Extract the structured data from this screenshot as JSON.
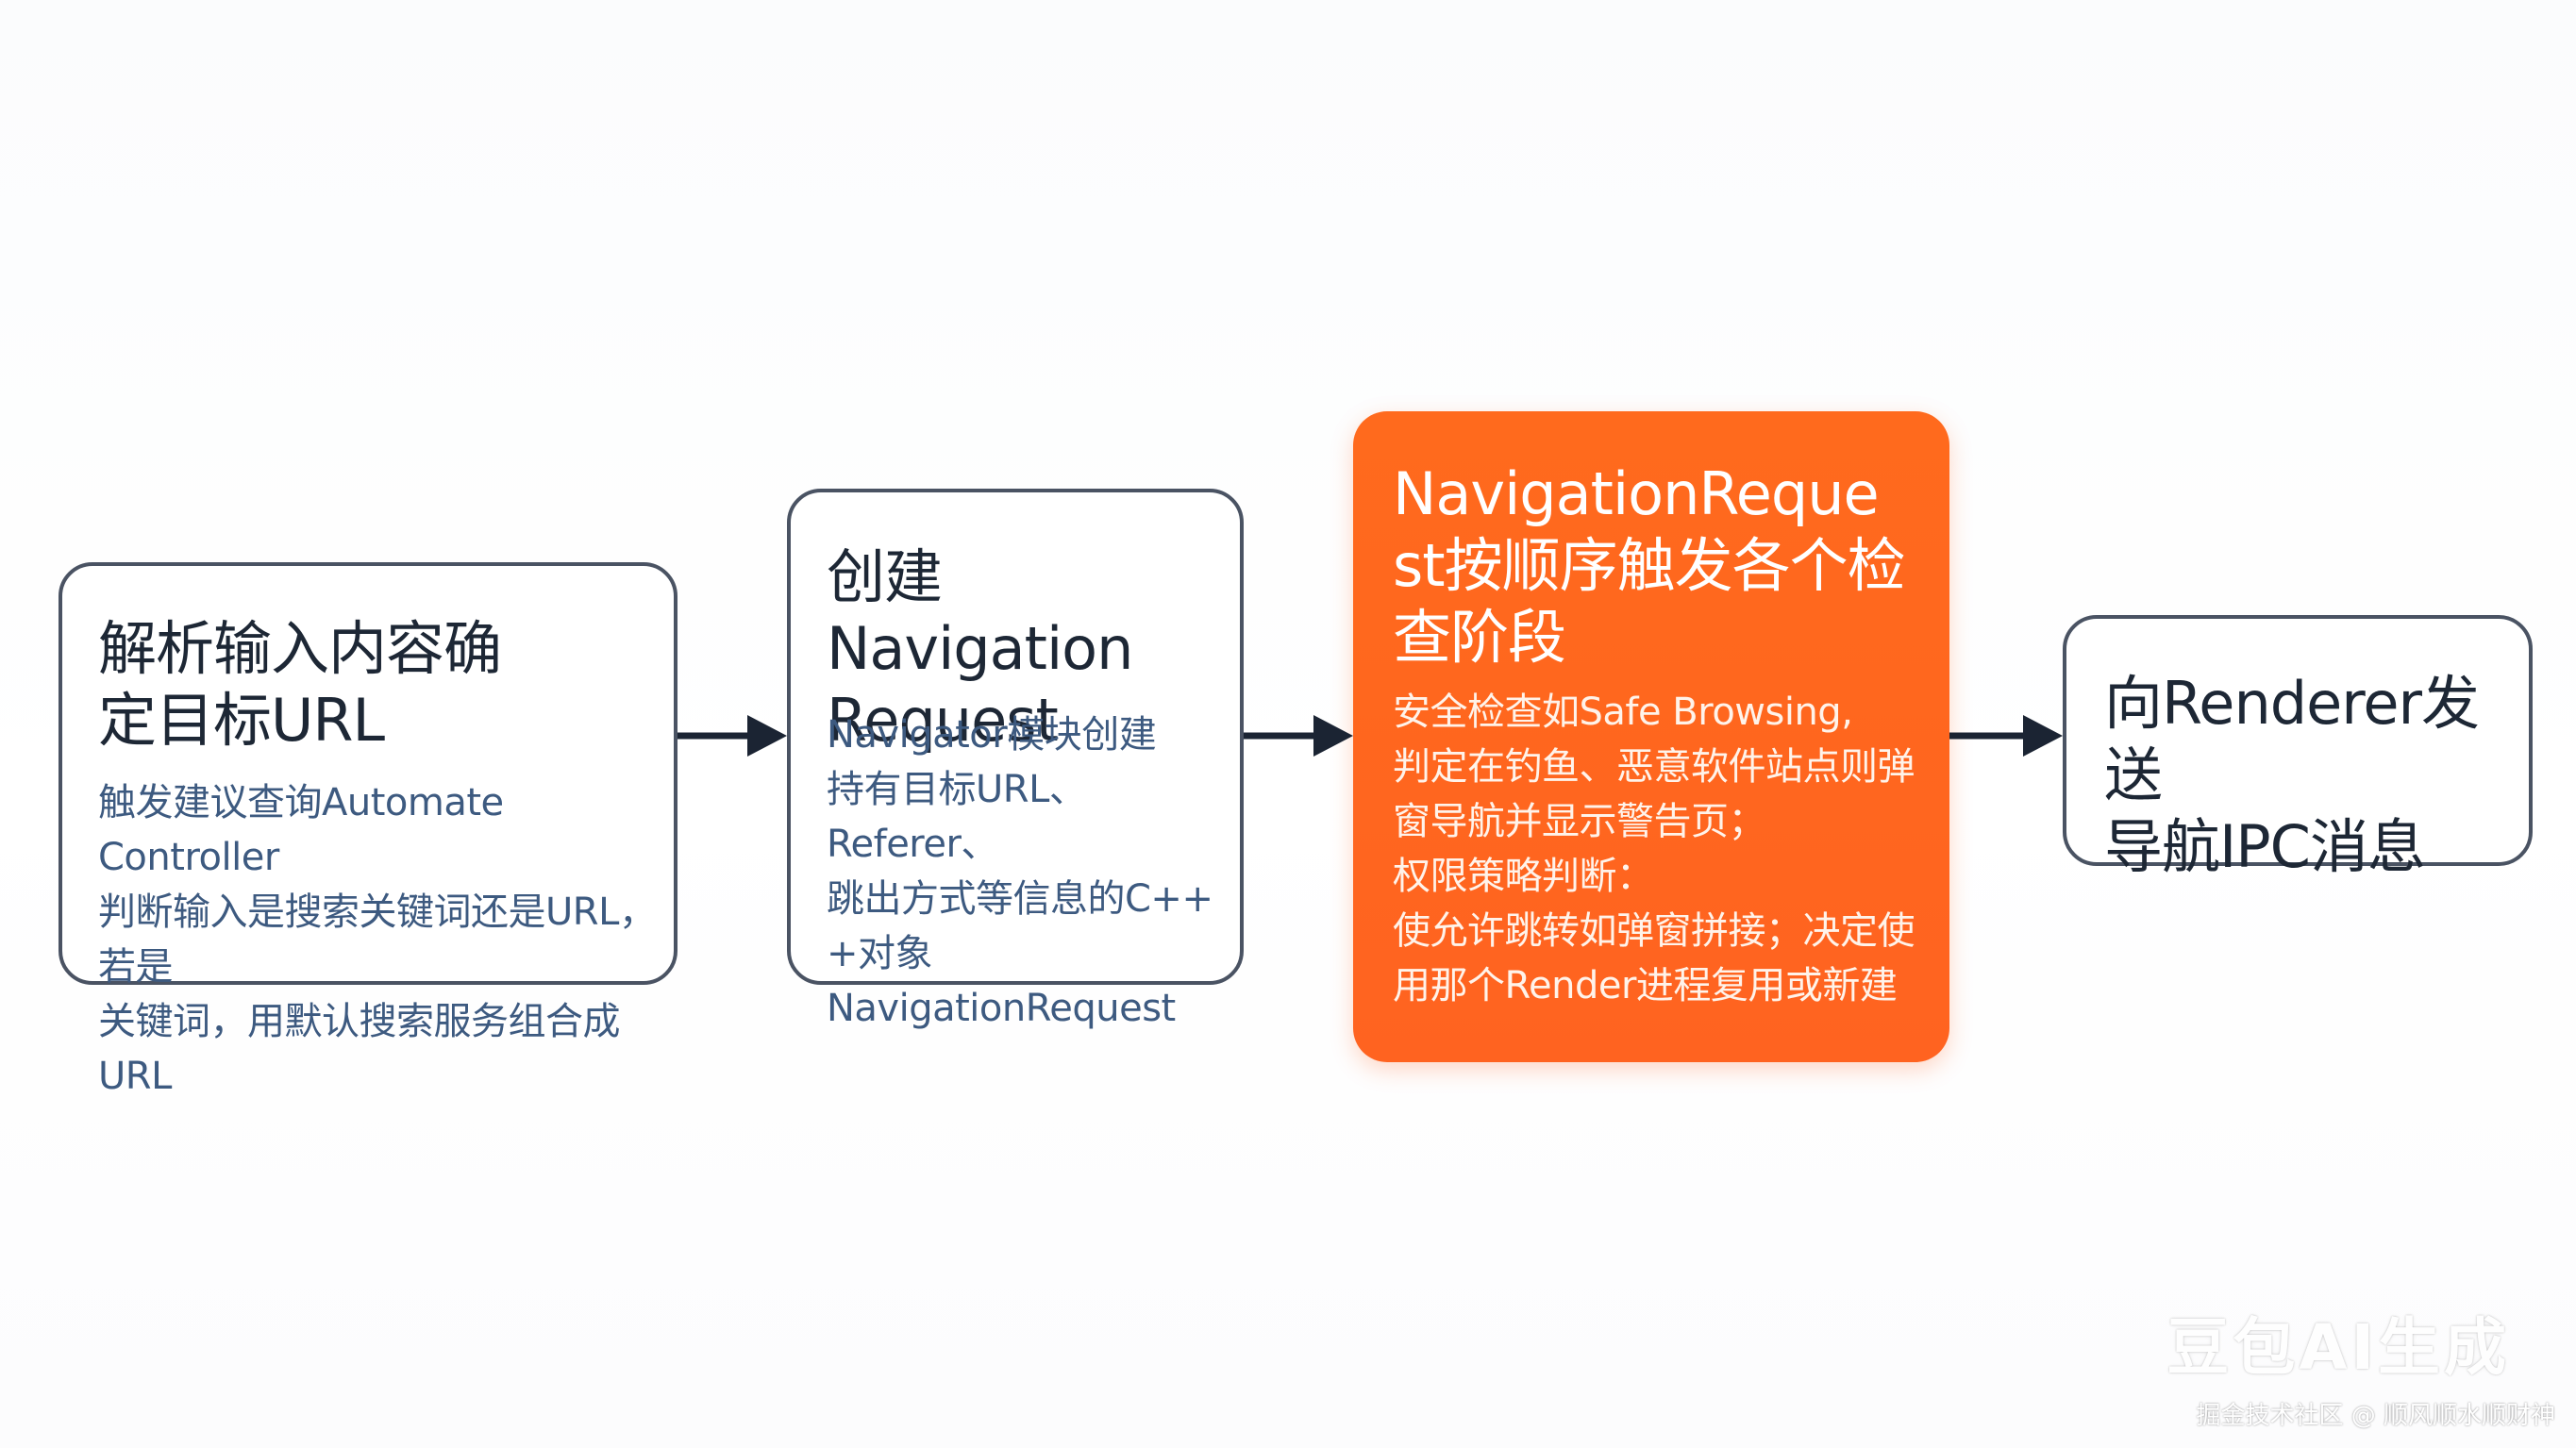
{
  "diagram": {
    "steps": [
      {
        "title": "解析输入内容确\n定目标URL",
        "description": "触发建议查询Automate Controller\n判断输入是搜索关键词还是URL，若是\n关键词，用默认搜索服务组合成URL"
      },
      {
        "title": "创建Navigation\nRequest",
        "description": "Navigator模块创建\n持有目标URL、Referer、\n跳出方式等信息的C++\n+对象NavigationRequest"
      },
      {
        "title": "NavigationReque\nst按顺序触发各个检\n查阶段",
        "description": "安全检查如Safe Browsing,\n判定在钓鱼、恶意软件站点则弹\n窗导航并显示警告页；\n权限策略判断：\n使允许跳转如弹窗拼接；决定使\n用那个Render进程复用或新建"
      },
      {
        "title": "向Renderer发送\n导航IPC消息",
        "description": ""
      }
    ],
    "colors": {
      "highlight": "#ff6a1d",
      "border": "#4a5363",
      "arrow": "#1b2433"
    }
  },
  "watermark": {
    "logo": "豆包AI生成",
    "credit": "掘金技术社区 @ 顺风顺水顺财神"
  }
}
